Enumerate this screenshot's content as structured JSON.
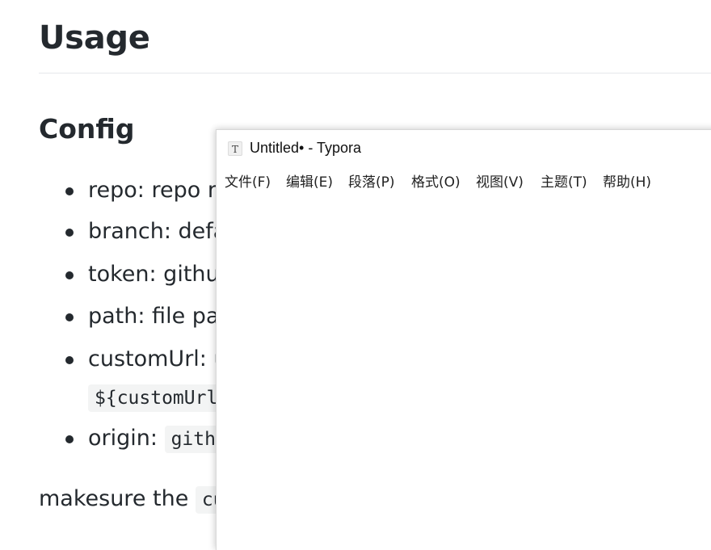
{
  "document": {
    "heading": "Usage",
    "subheading": "Config",
    "list_items": [
      {
        "text": "repo: repo n"
      },
      {
        "text": "branch: defa"
      },
      {
        "text": "token: githu"
      },
      {
        "text": "path: file pat"
      },
      {
        "text": "customUrl: u",
        "code_continuation": "${customUrl"
      },
      {
        "text": "origin: ",
        "code": "gith"
      }
    ],
    "paragraph": {
      "text": "makesure the ",
      "code": "cu"
    }
  },
  "window": {
    "app_icon_letter": "T",
    "title": "Untitled• - Typora",
    "menu": [
      {
        "label": "文件(F)"
      },
      {
        "label": "编辑(E)"
      },
      {
        "label": "段落(P)"
      },
      {
        "label": "格式(O)"
      },
      {
        "label": "视图(V)"
      },
      {
        "label": "主题(T)"
      },
      {
        "label": "帮助(H)"
      }
    ]
  }
}
